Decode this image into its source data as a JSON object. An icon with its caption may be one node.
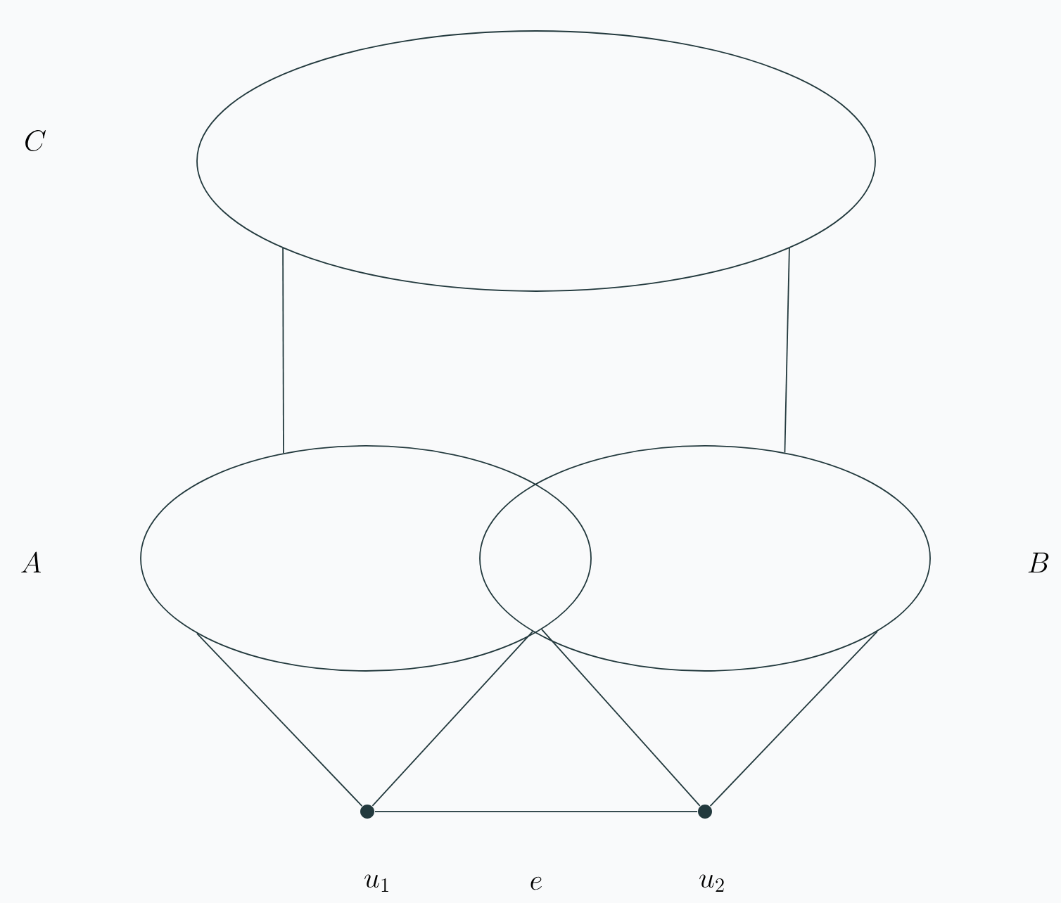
{
  "diagram": {
    "nodes": [
      {
        "text": [],
        "shape": "ellipse"
      },
      {
        "text": [],
        "shape": "ellipse"
      },
      {
        "text": [],
        "shape": "ellipse"
      },
      {
        "text": [],
        "shape": "circle",
        "beside": [
          "u_1"
        ]
      },
      {
        "text": [],
        "shape": "circle",
        "beside": [
          "u_2"
        ]
      }
    ],
    "edges": [
      {
        "from": 0,
        "to": 1,
        "arrow": "none"
      },
      {
        "from": 0,
        "to": 2,
        "arrow": "none"
      },
      {
        "from": 1,
        "to": 3,
        "arrow": "none"
      },
      {
        "from": 2,
        "to": 3,
        "arrow": "none"
      },
      {
        "from": 1,
        "to": 4,
        "arrow": "none"
      },
      {
        "from": 2,
        "to": 4,
        "arrow": "none"
      },
      {
        "from": 3,
        "to": 4,
        "arrow": "none",
        "label": "e"
      }
    ],
    "labels": [
      "C",
      "A",
      "B"
    ]
  }
}
